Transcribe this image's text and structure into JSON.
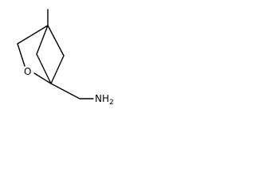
{
  "molecule": {
    "atoms": {
      "oxygen": "O",
      "amine": "NH",
      "amine_subscript": "2"
    }
  }
}
